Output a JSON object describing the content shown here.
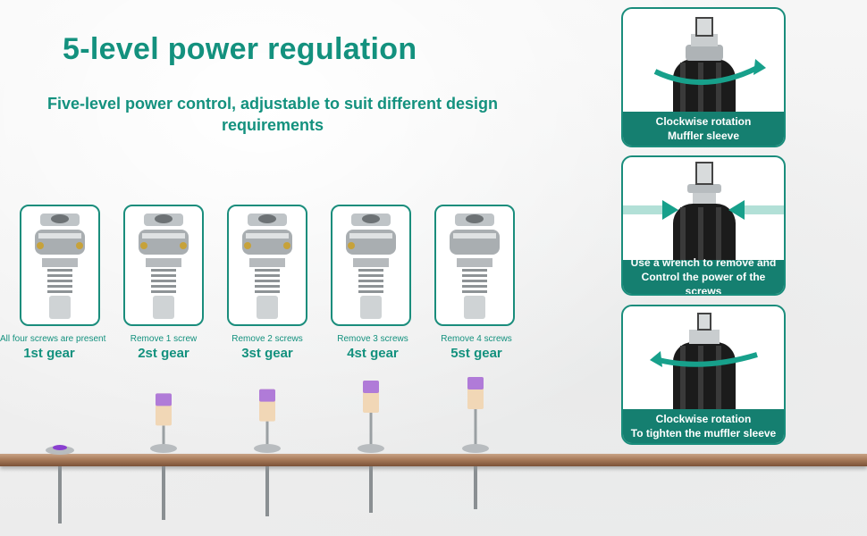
{
  "heading": {
    "title": "5-level power regulation",
    "subtitle": "Five-level power control, adjustable to suit different design requirements"
  },
  "gears": [
    {
      "note": "All four screws are present",
      "name": "1st gear",
      "pin_level": 0.0
    },
    {
      "note": "Remove 1 screw",
      "name": "2st gear",
      "pin_level": 0.72
    },
    {
      "note": "Remove 2 screws",
      "name": "3st gear",
      "pin_level": 0.78
    },
    {
      "note": "Remove 3 screws",
      "name": "4st gear",
      "pin_level": 0.9
    },
    {
      "note": "Remove 4 screws",
      "name": "5st gear",
      "pin_level": 0.95
    }
  ],
  "steps": [
    {
      "line1": "Clockwise rotation",
      "line2": "Muffler sleeve"
    },
    {
      "line1": "Use a wrench to remove and",
      "line2": "Control the power of the screws"
    },
    {
      "line1": "Clockwise rotation",
      "line2": "To tighten the muffler sleeve"
    }
  ],
  "colors": {
    "accent": "#13917e",
    "caption_bg": "#157f70",
    "shelf": "#a87b5a",
    "pin_top": "#b07bd8"
  }
}
